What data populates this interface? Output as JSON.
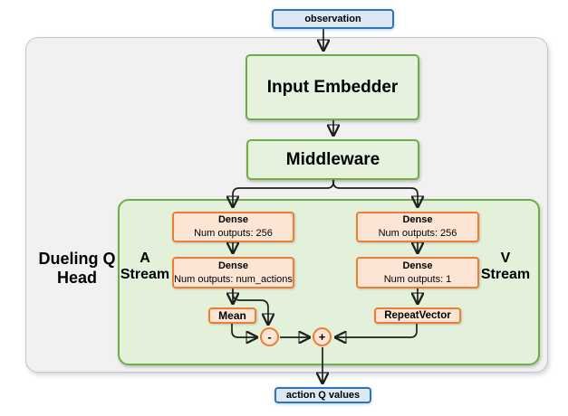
{
  "diagram": {
    "observation": "observation",
    "input_embedder": "Input Embedder",
    "middleware": "Middleware",
    "dueling_head_label": {
      "line1": "Dueling Q",
      "line2": "Head"
    },
    "a_stream": {
      "label": {
        "line1": "A",
        "line2": "Stream"
      },
      "dense1": {
        "title": "Dense",
        "subtitle": "Num outputs: 256"
      },
      "dense2": {
        "title": "Dense",
        "subtitle": "Num outputs: num_actions"
      },
      "mean": "Mean"
    },
    "v_stream": {
      "label": {
        "line1": "V",
        "line2": "Stream"
      },
      "dense1": {
        "title": "Dense",
        "subtitle": "Num outputs: 256"
      },
      "dense2": {
        "title": "Dense",
        "subtitle": "Num outputs: 1"
      },
      "repeat_vector": "RepeatVector"
    },
    "operators": {
      "subtract": "-",
      "add": "+"
    },
    "action_q_values": "action Q values"
  },
  "colors": {
    "io_fill": "#dce9f5",
    "io_border": "#2e75b6",
    "green_fill": "#e6f2de",
    "green_container_fill": "#e3f0da",
    "green_border": "#70ad47",
    "orange_fill": "#fce5d5",
    "orange_border": "#ed7d31",
    "gray_fill": "#f1f1f1",
    "gray_border": "#c5c5c5",
    "arrow": "#1f1f1f"
  }
}
